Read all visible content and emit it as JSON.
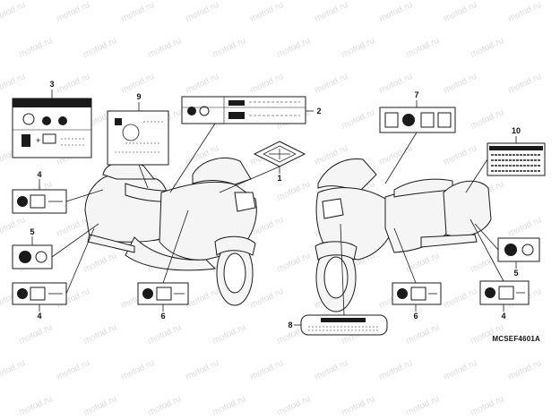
{
  "watermark": "motod.ru",
  "diagram_code": "MCSEF4601A",
  "callouts": [
    "1",
    "2",
    "3",
    "4",
    "5",
    "6",
    "7",
    "8",
    "9",
    "10"
  ],
  "label_text": {
    "label6_arrow": "⟵"
  },
  "colors": {
    "line": "#1a1a1a",
    "bike_fill": "#f4f4f4",
    "label_fill": "#ffffff",
    "dark": "#111111",
    "watermark": "#dcdcdc"
  }
}
